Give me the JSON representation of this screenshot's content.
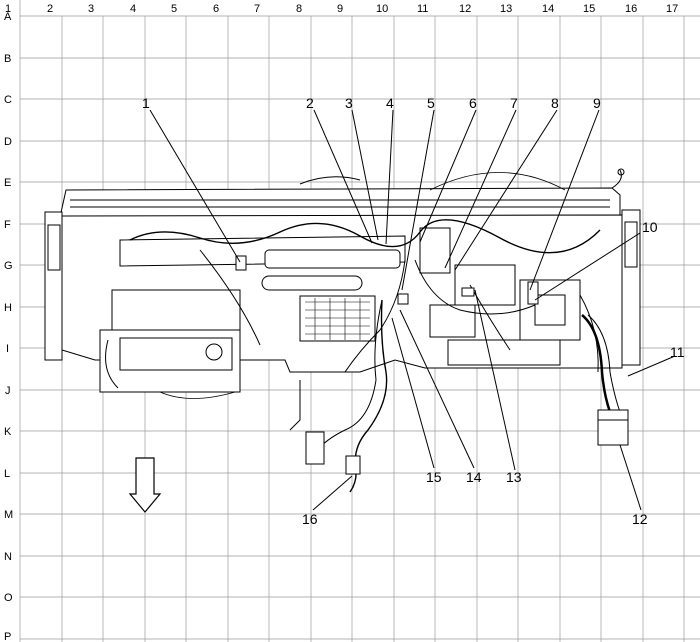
{
  "grid": {
    "columns": [
      "1",
      "2",
      "3",
      "4",
      "5",
      "6",
      "7",
      "8",
      "9",
      "10",
      "11",
      "12",
      "13",
      "14",
      "15",
      "16",
      "17"
    ],
    "rows": [
      "A",
      "B",
      "C",
      "D",
      "E",
      "F",
      "G",
      "H",
      "I",
      "J",
      "K",
      "L",
      "M",
      "N",
      "O",
      "P"
    ]
  },
  "callouts": [
    "1",
    "2",
    "3",
    "4",
    "5",
    "6",
    "7",
    "8",
    "9",
    "10",
    "11",
    "12",
    "13",
    "14",
    "15",
    "16"
  ],
  "icons": {
    "direction_arrow": "down-arrow-icon"
  }
}
